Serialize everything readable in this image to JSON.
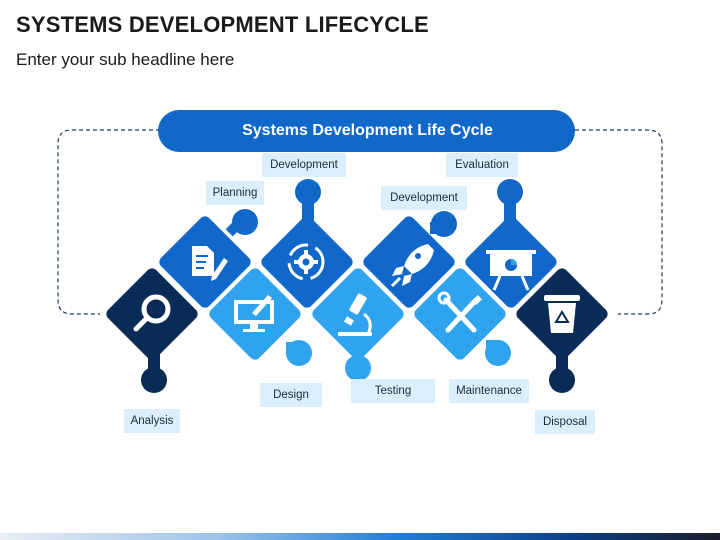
{
  "title": "SYSTEMS DEVELOPMENT LIFECYCLE",
  "subtitle": "Enter your sub headline here",
  "banner": "Systems Development Life Cycle",
  "stages": [
    {
      "label": "Analysis",
      "icon": "magnifier-icon"
    },
    {
      "label": "Planning",
      "icon": "document-pen-icon"
    },
    {
      "label": "Design",
      "icon": "monitor-brush-icon"
    },
    {
      "label": "Development",
      "icon": "gear-cycle-icon"
    },
    {
      "label": "Testing",
      "icon": "microscope-icon"
    },
    {
      "label": "Development",
      "icon": "rocket-icon"
    },
    {
      "label": "Maintenance",
      "icon": "wrench-screwdriver-icon"
    },
    {
      "label": "Evaluation",
      "icon": "presentation-board-icon"
    },
    {
      "label": "Disposal",
      "icon": "recycle-bin-icon"
    }
  ],
  "colors": {
    "dark_navy": "#0b2b57",
    "blue": "#1168c9",
    "light_blue": "#2fa3ee",
    "label_bg": "#dceefb"
  }
}
